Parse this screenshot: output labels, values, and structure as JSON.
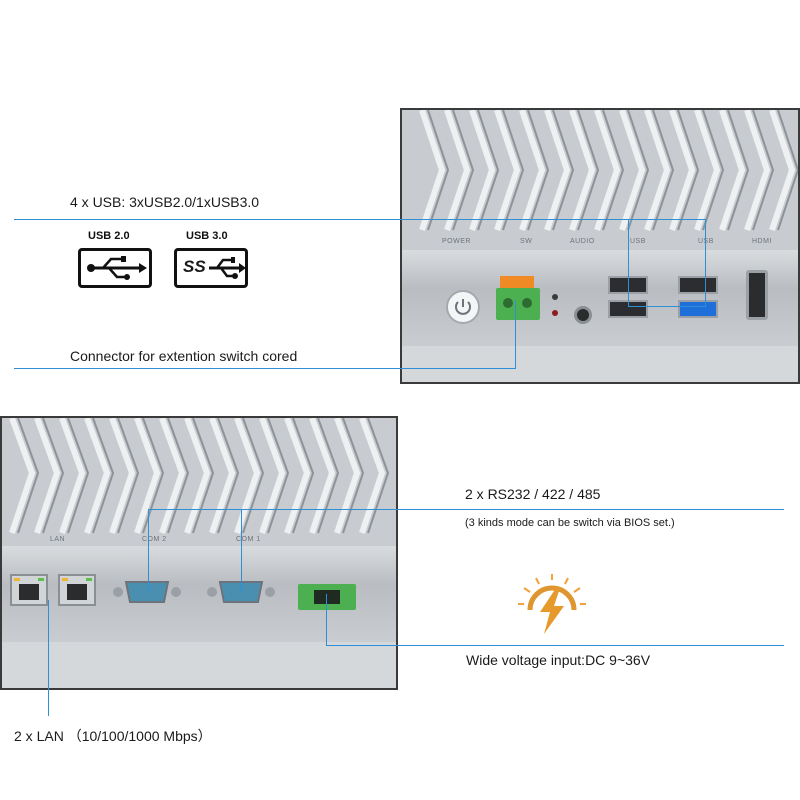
{
  "callouts": {
    "usb": "4 x USB: 3xUSB2.0/1xUSB3.0",
    "switch": "Connector for extention switch cored",
    "serial": "2 x RS232 / 422 / 485",
    "serial_note": "(3 kinds mode can be switch via BIOS set.)",
    "power": "Wide voltage input:DC 9~36V",
    "lan": "2 x LAN （10/100/1000 Mbps）"
  },
  "logos": {
    "usb2_caption": "USB 2.0",
    "usb3_caption": "USB 3.0",
    "ss_text": "SS"
  },
  "top_panel_labels": [
    "POWER",
    "SW",
    "AUDIO",
    "USB",
    "USB",
    "HDMI"
  ],
  "bottom_panel_labels": [
    "LAN",
    "COM 2",
    "COM 1"
  ],
  "colors": {
    "callout_line": "#2f8fd6",
    "terminal_green": "#4caf50",
    "terminal_orange": "#f08a24",
    "usb3_blue": "#1e6fd9",
    "power_icon_orange": "#f2a23a"
  },
  "icons": {
    "usb": "usb-trident-icon",
    "power_button": "power-symbol-icon",
    "voltage": "lightning-bolt-icon"
  }
}
